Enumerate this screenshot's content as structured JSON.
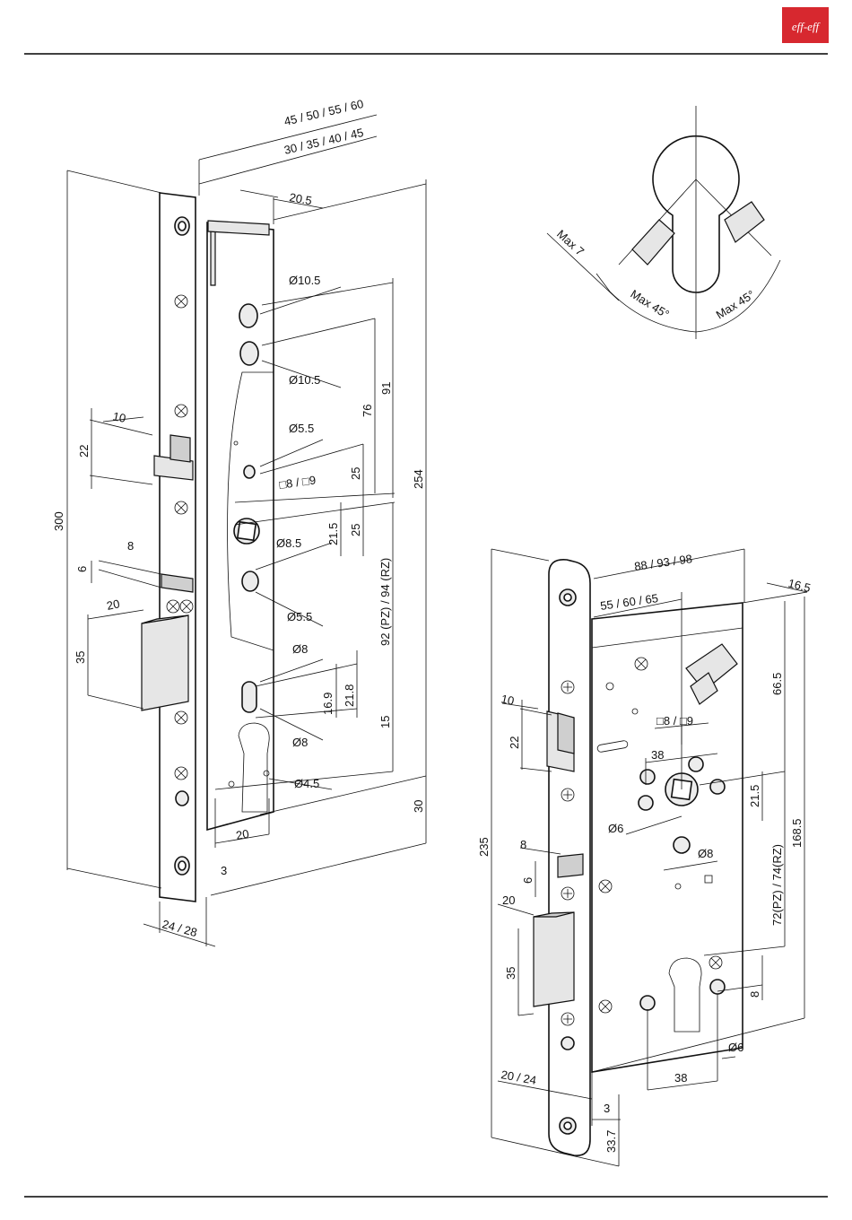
{
  "brand": {
    "logo_text": "eff-eff",
    "logo_color": "#d7282f"
  },
  "left_lock": {
    "labels": {
      "backset": "45 / 50 / 55 / 60",
      "backset_inner": "30 / 35 / 40 / 45",
      "d20_5": "20.5",
      "hole1": "Ø10.5",
      "hole2": "Ø10.5",
      "hole3": "Ø5.5",
      "square": "□8 / □9",
      "hole4": "Ø8.5",
      "hole5": "Ø5.5",
      "hole6": "Ø8",
      "hole7": "Ø8",
      "hole8": "Ø4.5",
      "d91": "91",
      "d76": "76",
      "d25a": "25",
      "d25b": "25",
      "d21_5": "21.5",
      "d254": "254",
      "d92": "92 (PZ) / 94 (RZ)",
      "d21_8": "21.8",
      "d16_9": "16.9",
      "d15": "15",
      "d30": "30",
      "d300": "300",
      "d10": "10",
      "d22": "22",
      "d8": "8",
      "d6": "6",
      "d20": "20",
      "d35": "35",
      "d20b": "20",
      "d3": "3",
      "d24_28": "24 / 28"
    }
  },
  "handle_detail": {
    "labels": {
      "max7": "Max 7",
      "max45a": "Max 45°",
      "max45b": "Max 45°"
    }
  },
  "right_lock": {
    "labels": {
      "d88": "88 / 93 / 98",
      "d55": "55 / 60 / 65",
      "d16_5": "16.5",
      "d66_5": "66.5",
      "d168_5": "168.5",
      "d21_5": "21.5",
      "d72": "72(PZ)  /  74(RZ)",
      "d8v": "8",
      "d6h": "Ø6",
      "d38b": "38",
      "d10": "10",
      "d22": "22",
      "square": "□8 / □9",
      "d38": "38",
      "hole6": "Ø6",
      "hole8": "Ø8",
      "d235": "235",
      "d8": "8",
      "d6": "6",
      "d20": "20",
      "d35": "35",
      "d20_24": "20 / 24",
      "d3": "3",
      "d33_7": "33.7"
    }
  }
}
